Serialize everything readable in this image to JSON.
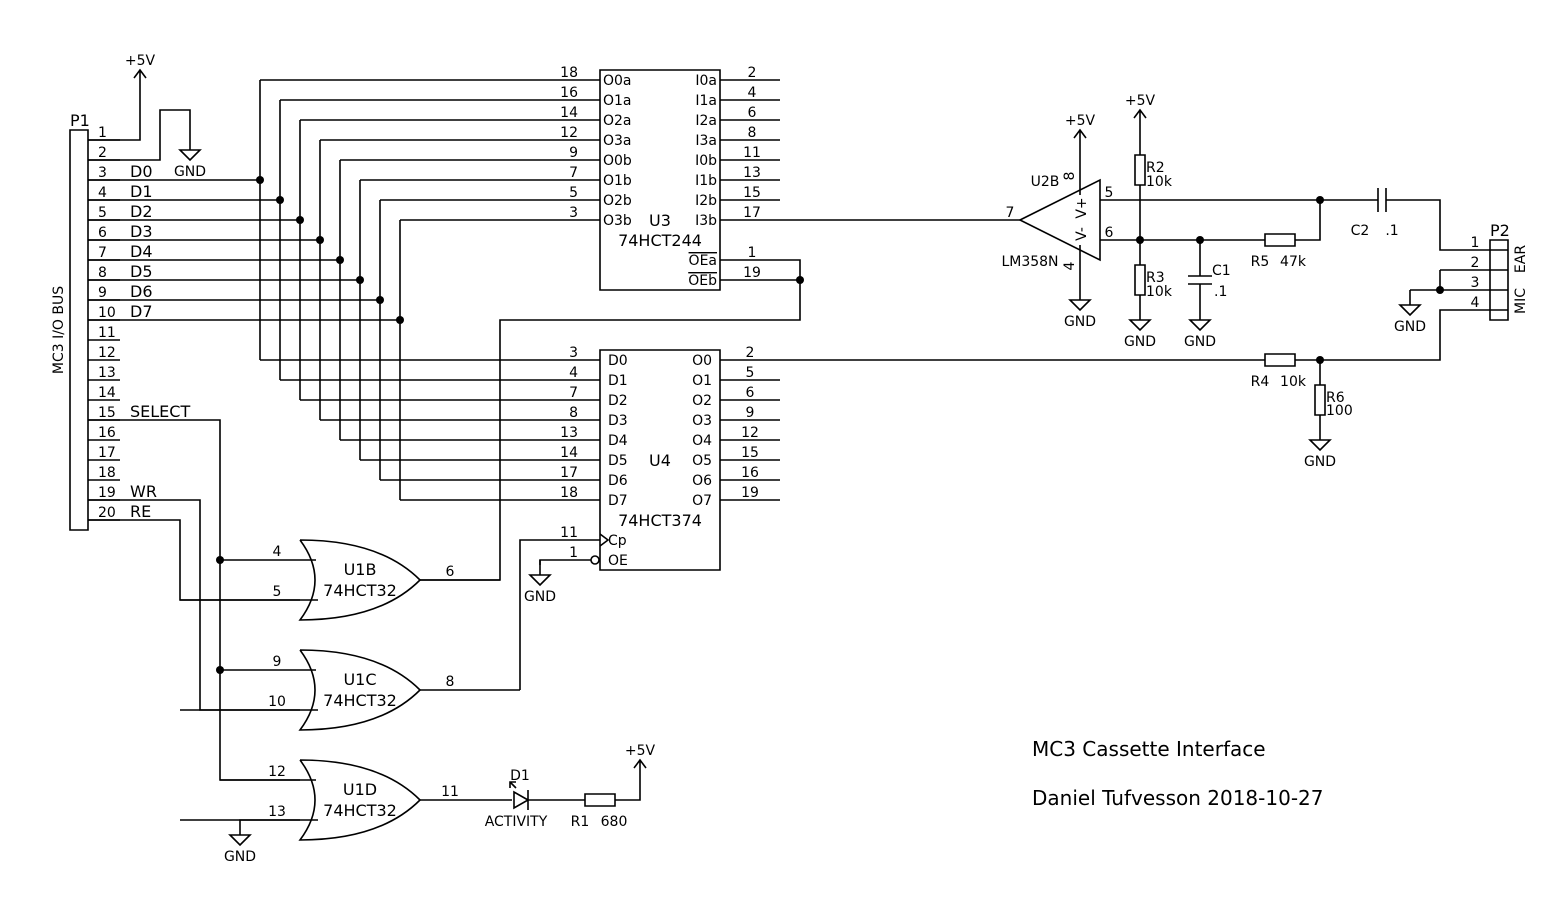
{
  "p1": {
    "ref": "P1",
    "bus": "MC3 I/O BUS",
    "pins": [
      "1",
      "2",
      "3",
      "4",
      "5",
      "6",
      "7",
      "8",
      "9",
      "10",
      "11",
      "12",
      "13",
      "14",
      "15",
      "16",
      "17",
      "18",
      "19",
      "20"
    ],
    "nets": [
      "D0",
      "D1",
      "D2",
      "D3",
      "D4",
      "D5",
      "D6",
      "D7",
      "SELECT",
      "WR",
      "RE"
    ]
  },
  "u3": {
    "ref": "U3",
    "part": "74HCT244",
    "left_pins": [
      "O0a",
      "O1a",
      "O2a",
      "O3a",
      "O0b",
      "O1b",
      "O2b",
      "O3b"
    ],
    "left_nums": [
      "18",
      "16",
      "14",
      "12",
      "9",
      "7",
      "5",
      "3"
    ],
    "right_pins": [
      "I0a",
      "I1a",
      "I2a",
      "I3a",
      "I0b",
      "I1b",
      "I2b",
      "I3b",
      "OEa",
      "OEb"
    ],
    "right_nums": [
      "2",
      "4",
      "6",
      "8",
      "11",
      "13",
      "15",
      "17",
      "1",
      "19"
    ]
  },
  "u4": {
    "ref": "U4",
    "part": "74HCT374",
    "left_pins": [
      "D0",
      "D1",
      "D2",
      "D3",
      "D4",
      "D5",
      "D6",
      "D7",
      "Cp",
      "OE"
    ],
    "left_nums": [
      "3",
      "4",
      "7",
      "8",
      "13",
      "14",
      "17",
      "18",
      "11",
      "1"
    ],
    "right_pins": [
      "O0",
      "O1",
      "O2",
      "O3",
      "O4",
      "O5",
      "O6",
      "O7"
    ],
    "right_nums": [
      "2",
      "5",
      "6",
      "9",
      "12",
      "15",
      "16",
      "19"
    ]
  },
  "u1b": {
    "ref": "U1B",
    "part": "74HCT32",
    "in1": "4",
    "in2": "5",
    "out": "6"
  },
  "u1c": {
    "ref": "U1C",
    "part": "74HCT32",
    "in1": "9",
    "in2": "10",
    "out": "8"
  },
  "u1d": {
    "ref": "U1D",
    "part": "74HCT32",
    "in1": "12",
    "in2": "13",
    "out": "11"
  },
  "u2b": {
    "ref": "U2B",
    "part": "LM358N",
    "out": "7",
    "pin8": "8",
    "pin4": "4",
    "plus": "5",
    "minus": "6",
    "vplus": "V+",
    "vminus": "V-"
  },
  "r1": {
    "ref": "R1",
    "value": "680"
  },
  "r2": {
    "ref": "R2",
    "value": "10k"
  },
  "r3": {
    "ref": "R3",
    "value": "10k"
  },
  "r4": {
    "ref": "R4",
    "value": "10k"
  },
  "r5": {
    "ref": "R5",
    "value": "47k"
  },
  "r6": {
    "ref": "R6",
    "value": "100"
  },
  "c1": {
    "ref": "C1",
    "value": ".1"
  },
  "c2": {
    "ref": "C2",
    "value": ".1"
  },
  "d1": {
    "ref": "D1",
    "label": "ACTIVITY"
  },
  "p2": {
    "ref": "P2",
    "pins": [
      "1",
      "2",
      "3",
      "4"
    ],
    "mic": "MIC",
    "ear": "EAR"
  },
  "power": {
    "vcc": "+5V",
    "gnd": "GND"
  },
  "title": {
    "line1": "MC3 Cassette Interface",
    "line2": "Daniel Tufvesson 2018-10-27"
  }
}
